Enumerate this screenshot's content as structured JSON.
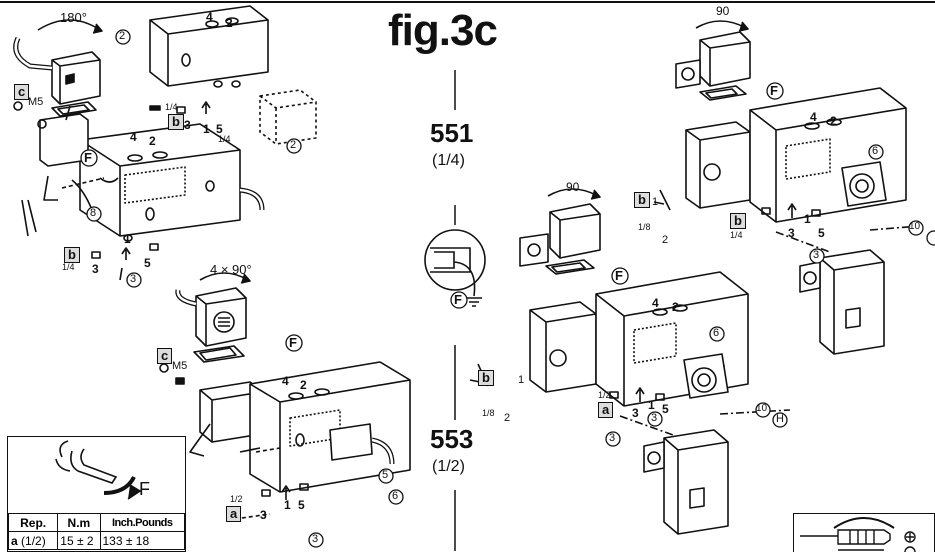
{
  "title": "fig.3c",
  "models": [
    {
      "number": "551",
      "size": "(1/4)"
    },
    {
      "number": "553",
      "size": "(1/2)"
    }
  ],
  "rotations": {
    "left_top": "180°",
    "left_bottom": "4 × 90°",
    "right_top": "90",
    "right_mid": "90"
  },
  "callouts": {
    "F": "F",
    "c": "c",
    "b": "b",
    "a": "a",
    "M5": "M5",
    "q14": "1/4",
    "q18": "1/8",
    "q12": "1/2",
    "p1": "1",
    "p2": "2",
    "p3": "3",
    "p4": "4",
    "p5": "5",
    "n2": "2",
    "n3": "3",
    "n5": "5",
    "n6": "6",
    "n8": "8",
    "n10": "10",
    "H": "H"
  },
  "torque_table": {
    "force_label": "F",
    "headers": [
      "Rep.",
      "N.m",
      "Inch.Pounds"
    ],
    "rows": [
      {
        "rep": "a",
        "size": "(1/2)",
        "nm": "15 ± 2",
        "inlb": "133 ± 18"
      }
    ]
  },
  "colors": {
    "line": "#111111",
    "background": "#ffffff"
  },
  "icons": [
    "wrench-icon",
    "screwdriver-flat-icon",
    "screwdriver-phillips-icon",
    "ground-icon",
    "rotation-arrow-icon",
    "valve-body-icon",
    "solenoid-coil-icon",
    "connector-plug-icon"
  ]
}
